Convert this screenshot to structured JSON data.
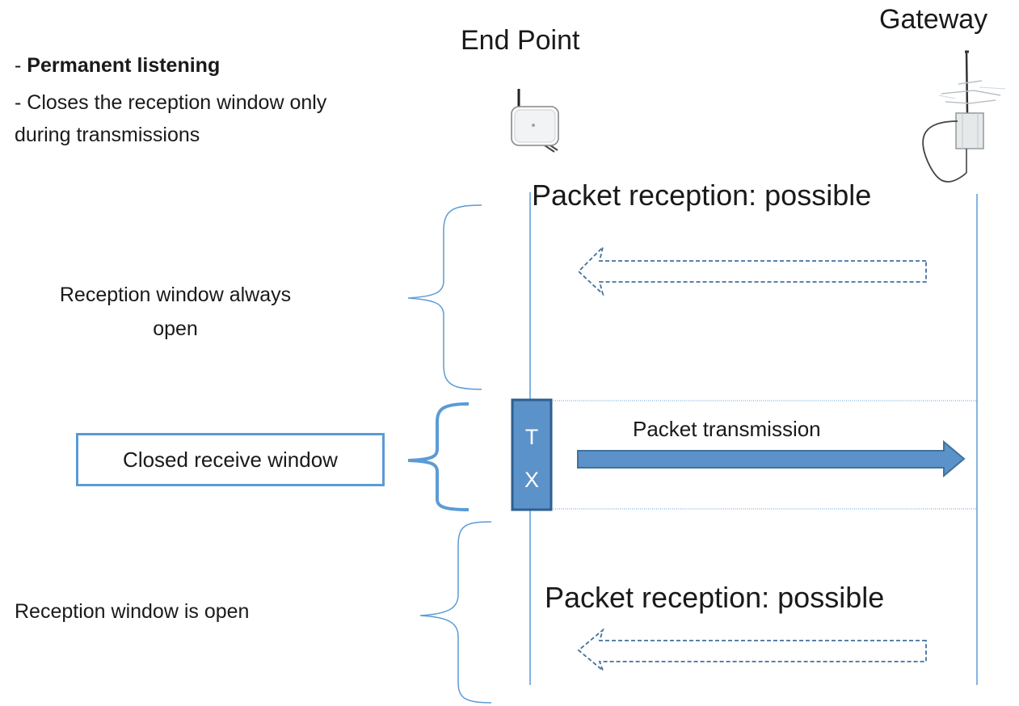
{
  "notes": {
    "prefix": "- ",
    "bold": "Permanent listening",
    "line2": "- Closes the reception window only",
    "line3": "during transmissions"
  },
  "headers": {
    "end_point": "End Point",
    "gateway": "Gateway"
  },
  "windows": {
    "top_label_1": "Reception window always",
    "top_label_2": "open",
    "closed_label": "Closed receive window",
    "bottom_label": "Reception window is open"
  },
  "messages": {
    "reception_top": "Packet reception: possible",
    "transmission": "Packet transmission",
    "reception_bottom": "Packet reception: possible"
  },
  "tx_block": {
    "t": "T",
    "x": "X"
  },
  "colors": {
    "line": "#5b9bd5",
    "tx_fill": "#5b92c9",
    "tx_border": "#2f5f8f",
    "dashed": "#41719c",
    "box_border": "#5b9bd5"
  },
  "icons": {
    "end_point": "sensor-device-icon",
    "gateway": "gateway-antenna-icon"
  }
}
